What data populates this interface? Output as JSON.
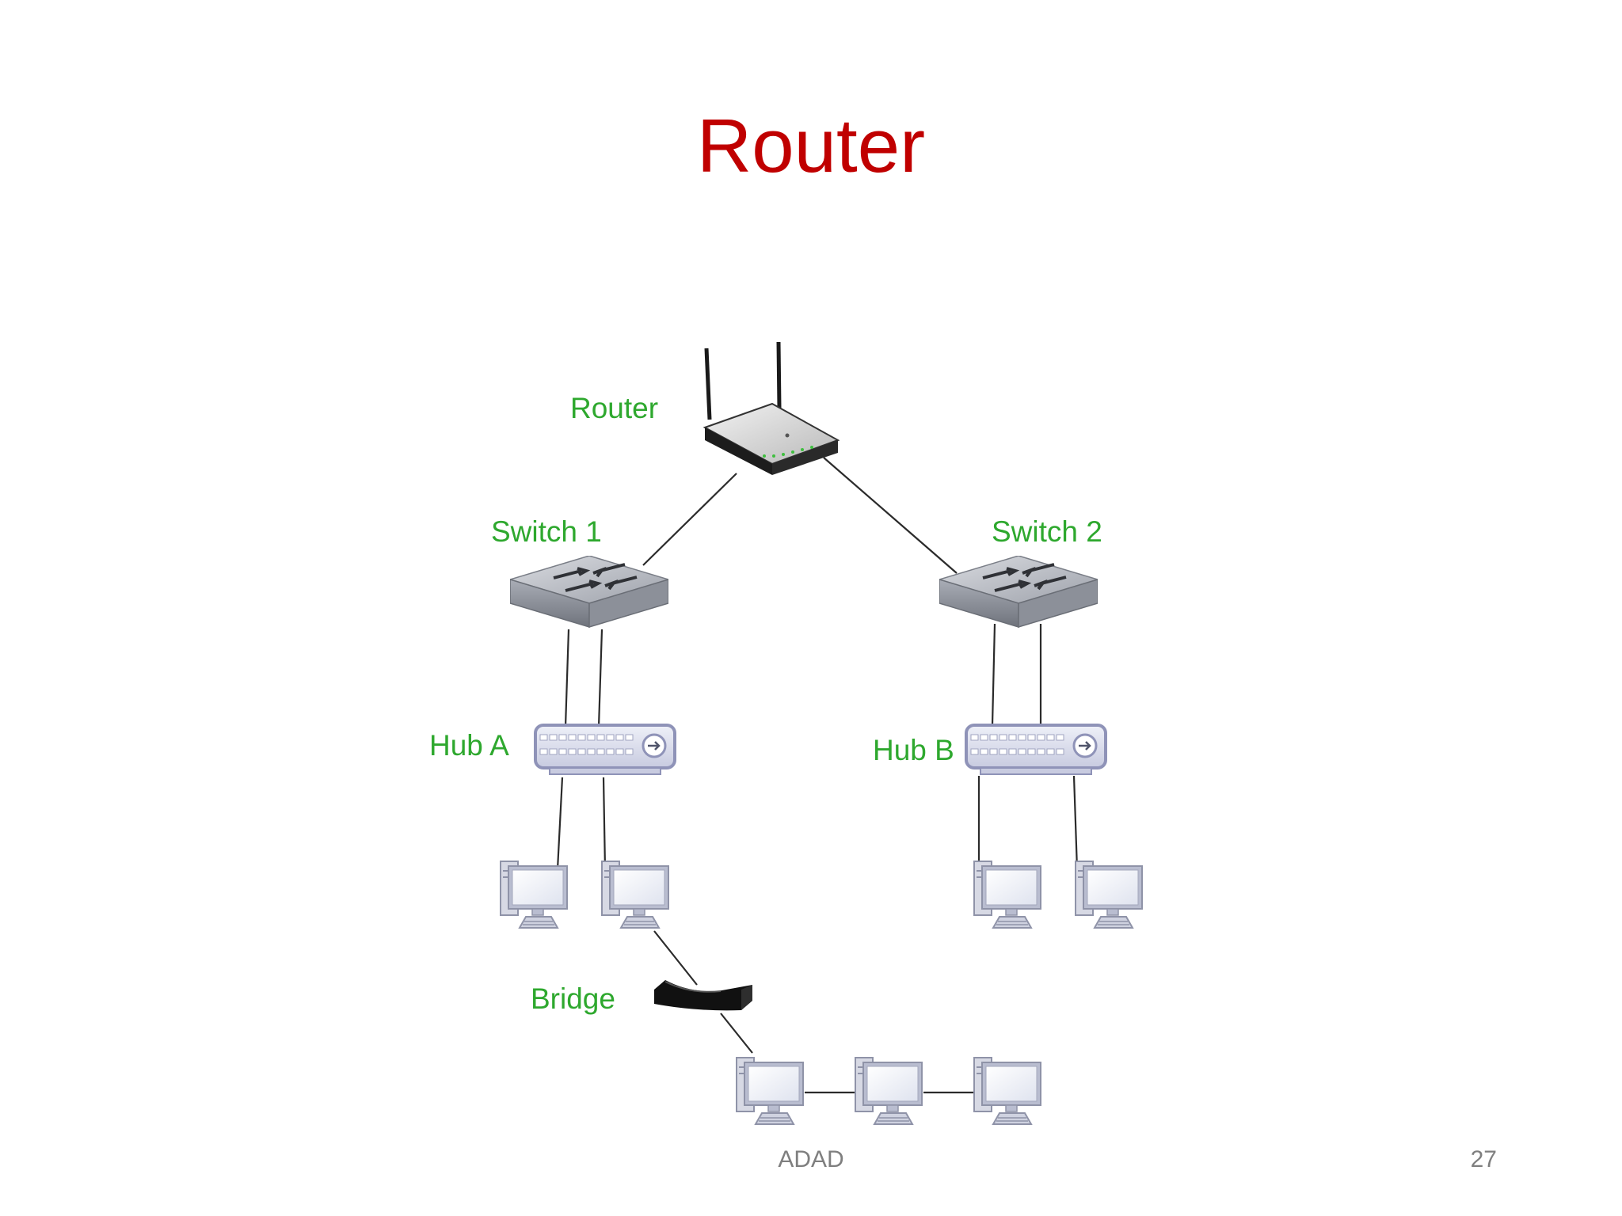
{
  "slide": {
    "title": "Router",
    "footer_text": "ADAD",
    "page_number": "27"
  },
  "colors": {
    "title": "#c00000",
    "label": "#2ea82e",
    "footer": "#7f7f7f"
  },
  "diagram": {
    "nodes": {
      "router": {
        "label": "Router",
        "icon": "wireless-router-icon"
      },
      "switch1": {
        "label": "Switch 1",
        "icon": "network-switch-icon"
      },
      "switch2": {
        "label": "Switch 2",
        "icon": "network-switch-icon"
      },
      "hubA": {
        "label": "Hub A",
        "icon": "network-hub-icon"
      },
      "hubB": {
        "label": "Hub B",
        "icon": "network-hub-icon"
      },
      "bridge": {
        "label": "Bridge",
        "icon": "network-bridge-icon"
      },
      "computers": {
        "icon": "desktop-computer-icon"
      }
    },
    "edges": [
      [
        "router",
        "switch1"
      ],
      [
        "router",
        "switch2"
      ],
      [
        "switch1",
        "hubA"
      ],
      [
        "switch1",
        "hubA"
      ],
      [
        "switch2",
        "hubB"
      ],
      [
        "switch2",
        "hubB"
      ],
      [
        "hubA",
        "pc-a1"
      ],
      [
        "hubA",
        "pc-a2"
      ],
      [
        "hubB",
        "pc-b1"
      ],
      [
        "hubB",
        "pc-b2"
      ],
      [
        "pc-a2",
        "bridge"
      ],
      [
        "bridge",
        "pc-c1"
      ],
      [
        "pc-c1",
        "pc-c2"
      ],
      [
        "pc-c2",
        "pc-c3"
      ]
    ]
  }
}
